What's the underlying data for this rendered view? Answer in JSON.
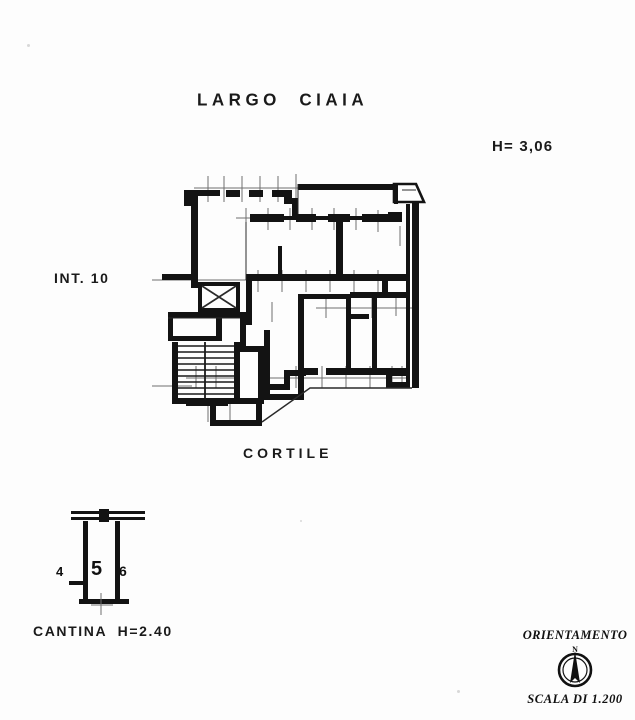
{
  "document": {
    "type": "planimetria-catastale",
    "street_title": "LARGO  CIAIA",
    "unit_label": "INT. 10",
    "ceiling_height_label": "H= 3,06",
    "courtyard_label": "CORTILE",
    "cellar_label": "CANTINA  H=2.40",
    "background_color": "#fdfdfd",
    "ink_color": "#131313"
  },
  "cellar": {
    "number_left": "4",
    "number_main": "5",
    "number_right": "6"
  },
  "orientation": {
    "title": "ORIENTAMENTO",
    "north_letter": "N",
    "scale": "SCALA DI 1.200"
  }
}
